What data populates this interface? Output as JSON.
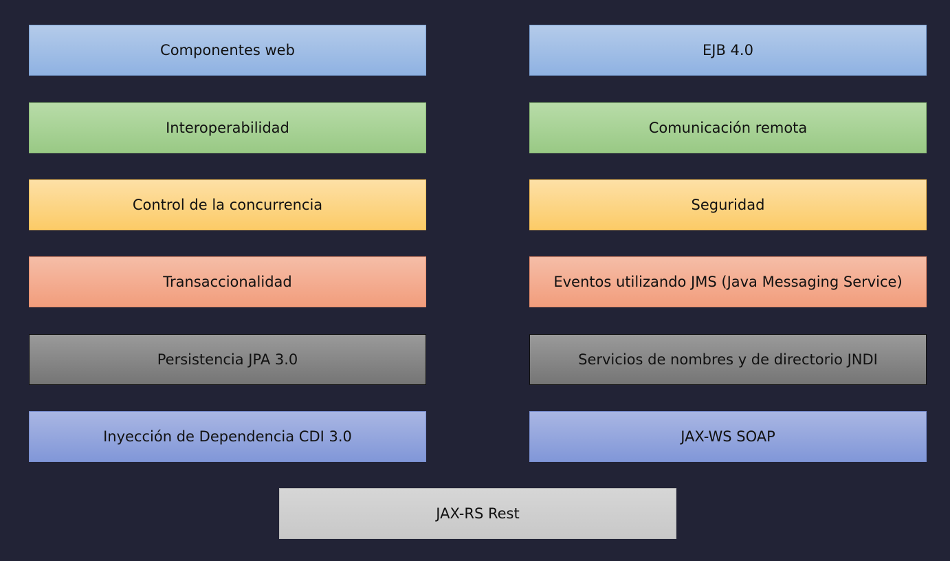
{
  "diagram": {
    "boxes": {
      "componentes_web": "Componentes web",
      "ejb": "EJB 4.0",
      "interoperabilidad": "Interoperabilidad",
      "comunicacion_remota": "Comunicación remota",
      "control_concurrencia": "Control de la concurrencia",
      "seguridad": "Seguridad",
      "transaccionalidad": "Transaccionalidad",
      "eventos_jms": "Eventos utilizando JMS (Java Messaging Service)",
      "persistencia_jpa": "Persistencia JPA 3.0",
      "servicios_jndi": "Servicios de nombres y de directorio JNDI",
      "inyeccion_cdi": "Inyección de Dependencia CDI 3.0",
      "jax_ws": "JAX-WS SOAP",
      "jax_rs": "JAX-RS Rest"
    },
    "colors": {
      "background": "#222336",
      "blue": "#9dbde6",
      "green": "#a7d194",
      "yellow": "#fcd68a",
      "orange": "#f3ad91",
      "gray": "#878787",
      "periwinkle": "#94a7dd",
      "lightgray": "#cfcfcf"
    }
  }
}
